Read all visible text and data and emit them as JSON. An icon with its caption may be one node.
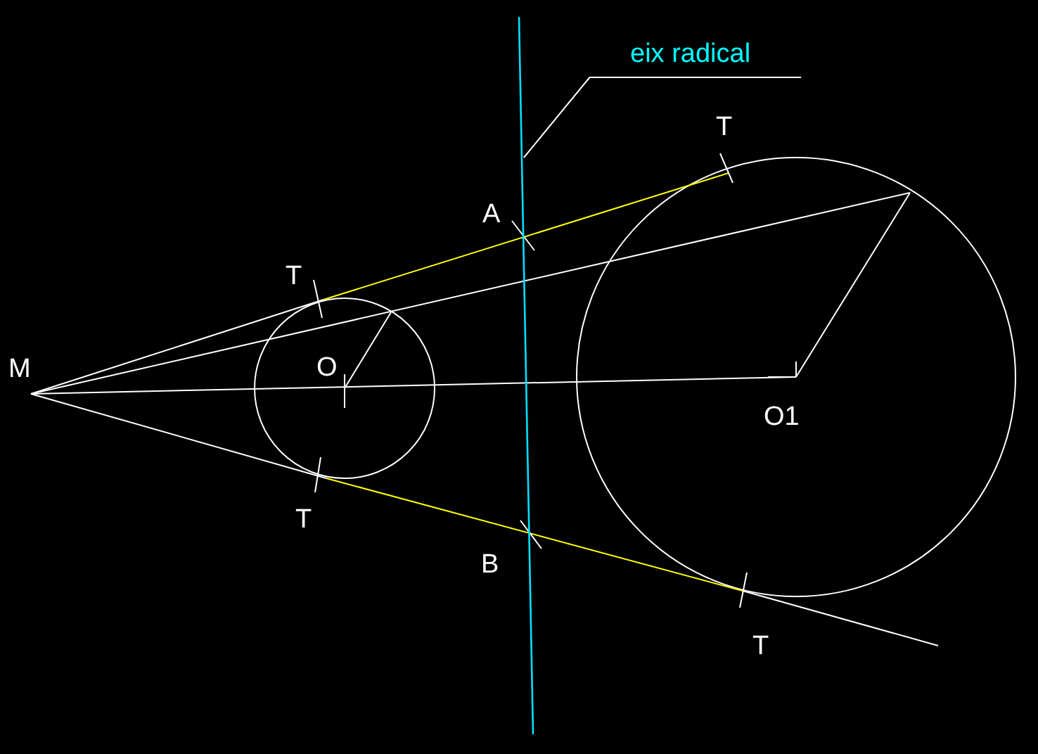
{
  "diagram": {
    "nodes": [
      {
        "text": [
          "eix radical"
        ]
      },
      {
        "text": [],
        "shape": "line"
      }
    ],
    "edges": [
      {
        "from": 0,
        "to": 1,
        "arrow": "none"
      }
    ],
    "labels": [
      "T",
      "A",
      "T",
      "M",
      "O",
      "O1",
      "T",
      "B",
      "T"
    ]
  }
}
